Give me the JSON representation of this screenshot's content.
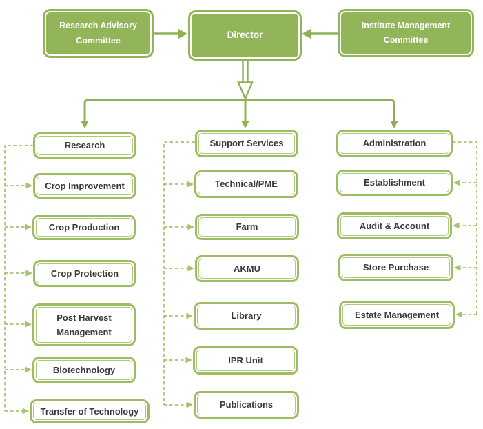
{
  "palette": {
    "green_fill": "#93b559",
    "green_line": "#8fb153",
    "green_border": "#9cbd62",
    "green_dashed": "#a5c472",
    "text_on_green": "#ffffff",
    "text_dark": "#3a3a3a"
  },
  "top_row": {
    "research_advisory_committee": "Research Advisory Committee",
    "director": "Director",
    "institute_management_committee": "Institute Management Committee"
  },
  "branches": [
    {
      "head": "Research",
      "items": [
        "Crop Improvement",
        "Crop Production",
        "Crop Protection",
        "Post Harvest Management",
        "Biotechnology",
        "Transfer of Technology"
      ]
    },
    {
      "head": "Support Services",
      "items": [
        "Technical/PME",
        "Farm",
        "AKMU",
        "Library",
        "IPR Unit",
        "Publications"
      ]
    },
    {
      "head": "Administration",
      "items": [
        "Establishment",
        "Audit & Account",
        "Store Purchase",
        "Estate Management"
      ]
    }
  ]
}
